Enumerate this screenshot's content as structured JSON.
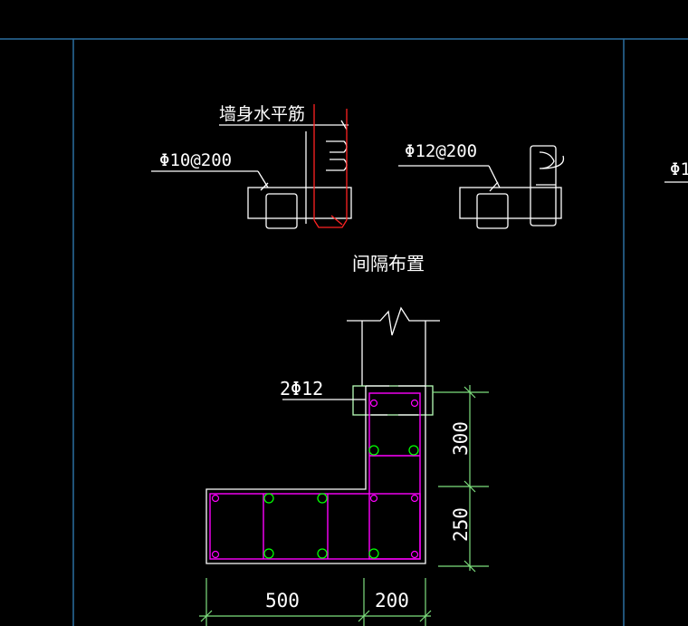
{
  "colors": {
    "background": "#000000",
    "frame": "#2a6f9f",
    "outline": "#ffffff",
    "rebar_red": "#ff2222",
    "stirrup_magenta": "#ff00ff",
    "bar_green": "#00ff00",
    "dim_green": "#7ee07e",
    "flange": "#b8ffb8"
  },
  "labels": {
    "wall_horizontal_bar": "墙身水平筋",
    "tie_left": "Φ10@200",
    "tie_right": "Φ12@200",
    "tie_right_partial": "Φ1",
    "interval_note": "间隔布置",
    "main_bars": "2Φ12"
  },
  "dimensions": {
    "vertical_top": "300",
    "vertical_bottom": "250",
    "horizontal_left": "500",
    "horizontal_right": "200"
  }
}
